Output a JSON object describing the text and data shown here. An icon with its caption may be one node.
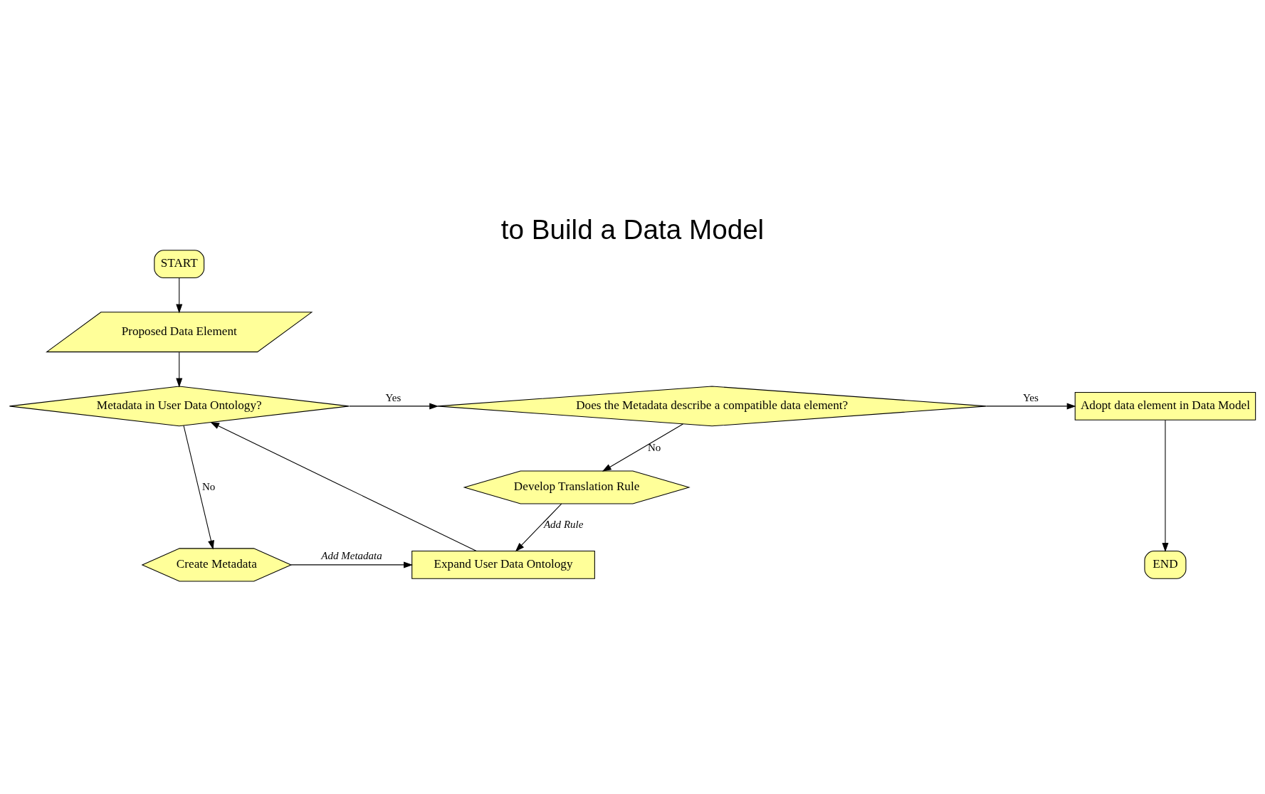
{
  "diagram": {
    "title": "to Build a Data Model",
    "nodes": [
      {
        "text": [
          "START"
        ]
      },
      {
        "text": [
          "Proposed Data Element"
        ]
      },
      {
        "text": [
          "Metadata in User Data Ontology?"
        ]
      },
      {
        "text": [
          "Does the Metadata describe a compatible data element?"
        ]
      },
      {
        "text": [
          "Adopt data element in Data Model"
        ]
      },
      {
        "text": [
          "Develop Translation Rule"
        ]
      },
      {
        "text": [
          "Create Metadata"
        ]
      },
      {
        "text": [
          "Expand User Data Ontology"
        ]
      },
      {
        "text": [
          "END"
        ]
      }
    ],
    "edges": [
      {
        "from": 0,
        "to": 1,
        "arrow": "to"
      },
      {
        "from": 1,
        "to": 2,
        "arrow": "to"
      },
      {
        "from": 2,
        "to": 3,
        "arrow": "to",
        "label": "Yes"
      },
      {
        "from": 3,
        "to": 4,
        "arrow": "to",
        "label": "Yes"
      },
      {
        "from": 4,
        "to": 8,
        "arrow": "to"
      },
      {
        "from": 3,
        "to": 5,
        "arrow": "to",
        "label": "No"
      },
      {
        "from": 2,
        "to": 6,
        "arrow": "to",
        "label": "No"
      },
      {
        "from": 6,
        "to": 7,
        "arrow": "to",
        "label": "Add Metadata"
      },
      {
        "from": 5,
        "to": 7,
        "arrow": "to",
        "label": "Add Rule"
      },
      {
        "from": 7,
        "to": 2,
        "arrow": "to"
      }
    ]
  }
}
